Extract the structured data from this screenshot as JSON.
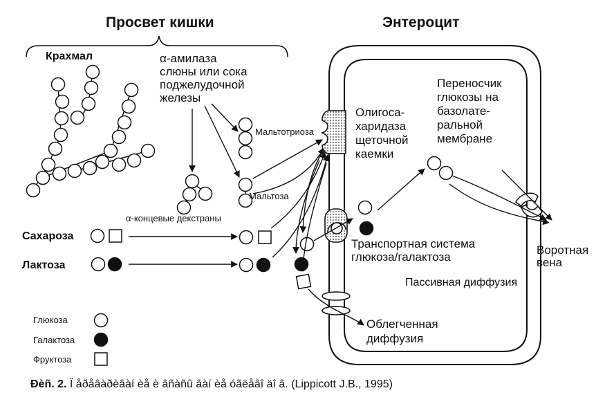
{
  "headers": {
    "lumen": "Просвет кишки",
    "enterocyte": "Энтероцит"
  },
  "labels": {
    "starch": "Крахмал",
    "amylase": [
      "α-амилаза",
      "слюны или сока",
      "поджелудочной",
      "железы"
    ],
    "maltotriose": "Мальтотриоза",
    "maltose": "Мальтоза",
    "dextrins": "α-концевые декстраны",
    "sucrose": "Сахароза",
    "lactose": "Лактоза",
    "oligosaccharidase": [
      "Олигоса-",
      "харидаза",
      "щеточной",
      "каемки"
    ],
    "basolateral_carrier": [
      "Переносчик",
      "глюкозы на",
      "базолате-",
      "ральной",
      "мембране"
    ],
    "transport_system": [
      "Транспортная система",
      "глюкоза/галактоза"
    ],
    "portal_vein": [
      "Воротная",
      "вена"
    ],
    "passive_diffusion": "Пассивная диффузия",
    "facilitated_diffusion": [
      "Облегченная",
      "диффузия"
    ]
  },
  "legend": {
    "glucose": "Глюкоза",
    "galactose": "Галактоза",
    "fructose": "Фруктоза"
  },
  "caption": {
    "prefix": "Ðèñ. 2.",
    "text": " Ï åðåâàðèâàí èå è âñàñû âàí èå óãëåâî äî â. (Lippicott J.B., 1995)"
  }
}
